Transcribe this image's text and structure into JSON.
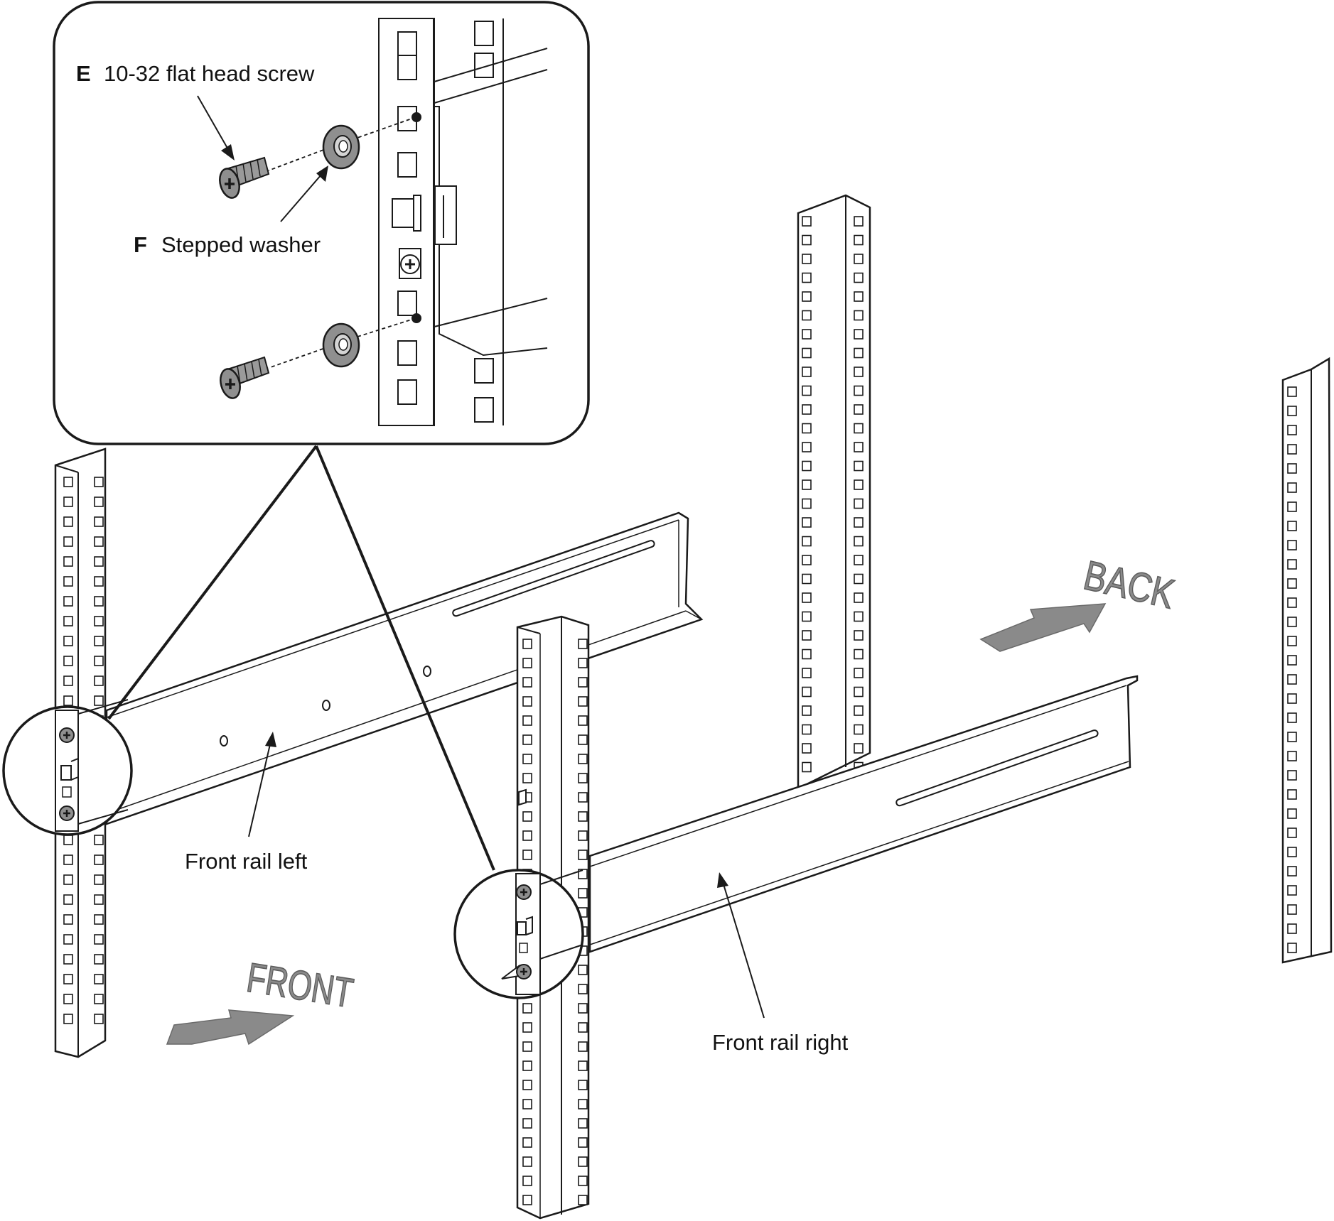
{
  "figure": {
    "callouts": [
      {
        "code": "E",
        "text": "10-32 flat head screw"
      },
      {
        "code": "F",
        "text": "Stepped washer"
      }
    ],
    "labels": {
      "front_rail_left": "Front rail left",
      "front_rail_right": "Front rail right"
    },
    "directions": {
      "front": "FRONT",
      "back": "BACK"
    },
    "colors": {
      "line": "#1a1a1a",
      "arrow_fill": "#8a8a8a",
      "hardware_fill": "#8f8f8f"
    }
  }
}
